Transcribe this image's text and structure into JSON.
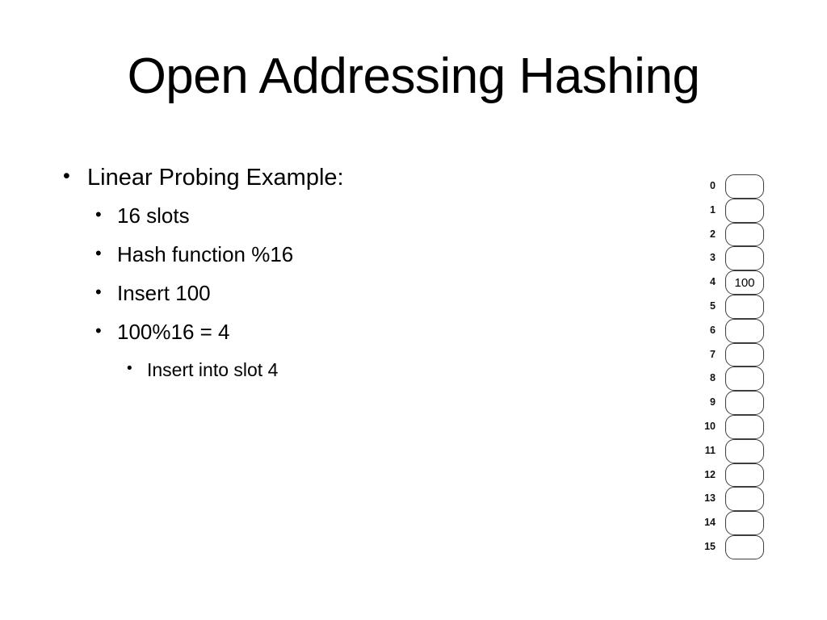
{
  "slide": {
    "title": "Open Addressing Hashing",
    "background_color": "#ffffff",
    "text_color": "#000000"
  },
  "bullets": [
    {
      "level": 1,
      "marker": "•",
      "text": "Linear Probing Example:"
    },
    {
      "level": 2,
      "marker": "•",
      "text": "16 slots"
    },
    {
      "level": 2,
      "marker": "•",
      "text": "Hash function %16"
    },
    {
      "level": 2,
      "marker": "•",
      "text": "Insert 100"
    },
    {
      "level": 2,
      "marker": "•",
      "text": "100%16 = 4"
    },
    {
      "level": 3,
      "marker": "•",
      "text": "Insert into slot 4"
    }
  ],
  "hash_table": {
    "slot_count": 16,
    "border_color": "#3d3d3d",
    "fill_color": "#ffffff",
    "slots": [
      {
        "index": "0",
        "value": ""
      },
      {
        "index": "1",
        "value": ""
      },
      {
        "index": "2",
        "value": ""
      },
      {
        "index": "3",
        "value": ""
      },
      {
        "index": "4",
        "value": "100"
      },
      {
        "index": "5",
        "value": ""
      },
      {
        "index": "6",
        "value": ""
      },
      {
        "index": "7",
        "value": ""
      },
      {
        "index": "8",
        "value": ""
      },
      {
        "index": "9",
        "value": ""
      },
      {
        "index": "10",
        "value": ""
      },
      {
        "index": "11",
        "value": ""
      },
      {
        "index": "12",
        "value": ""
      },
      {
        "index": "13",
        "value": ""
      },
      {
        "index": "14",
        "value": ""
      },
      {
        "index": "15",
        "value": ""
      }
    ]
  }
}
